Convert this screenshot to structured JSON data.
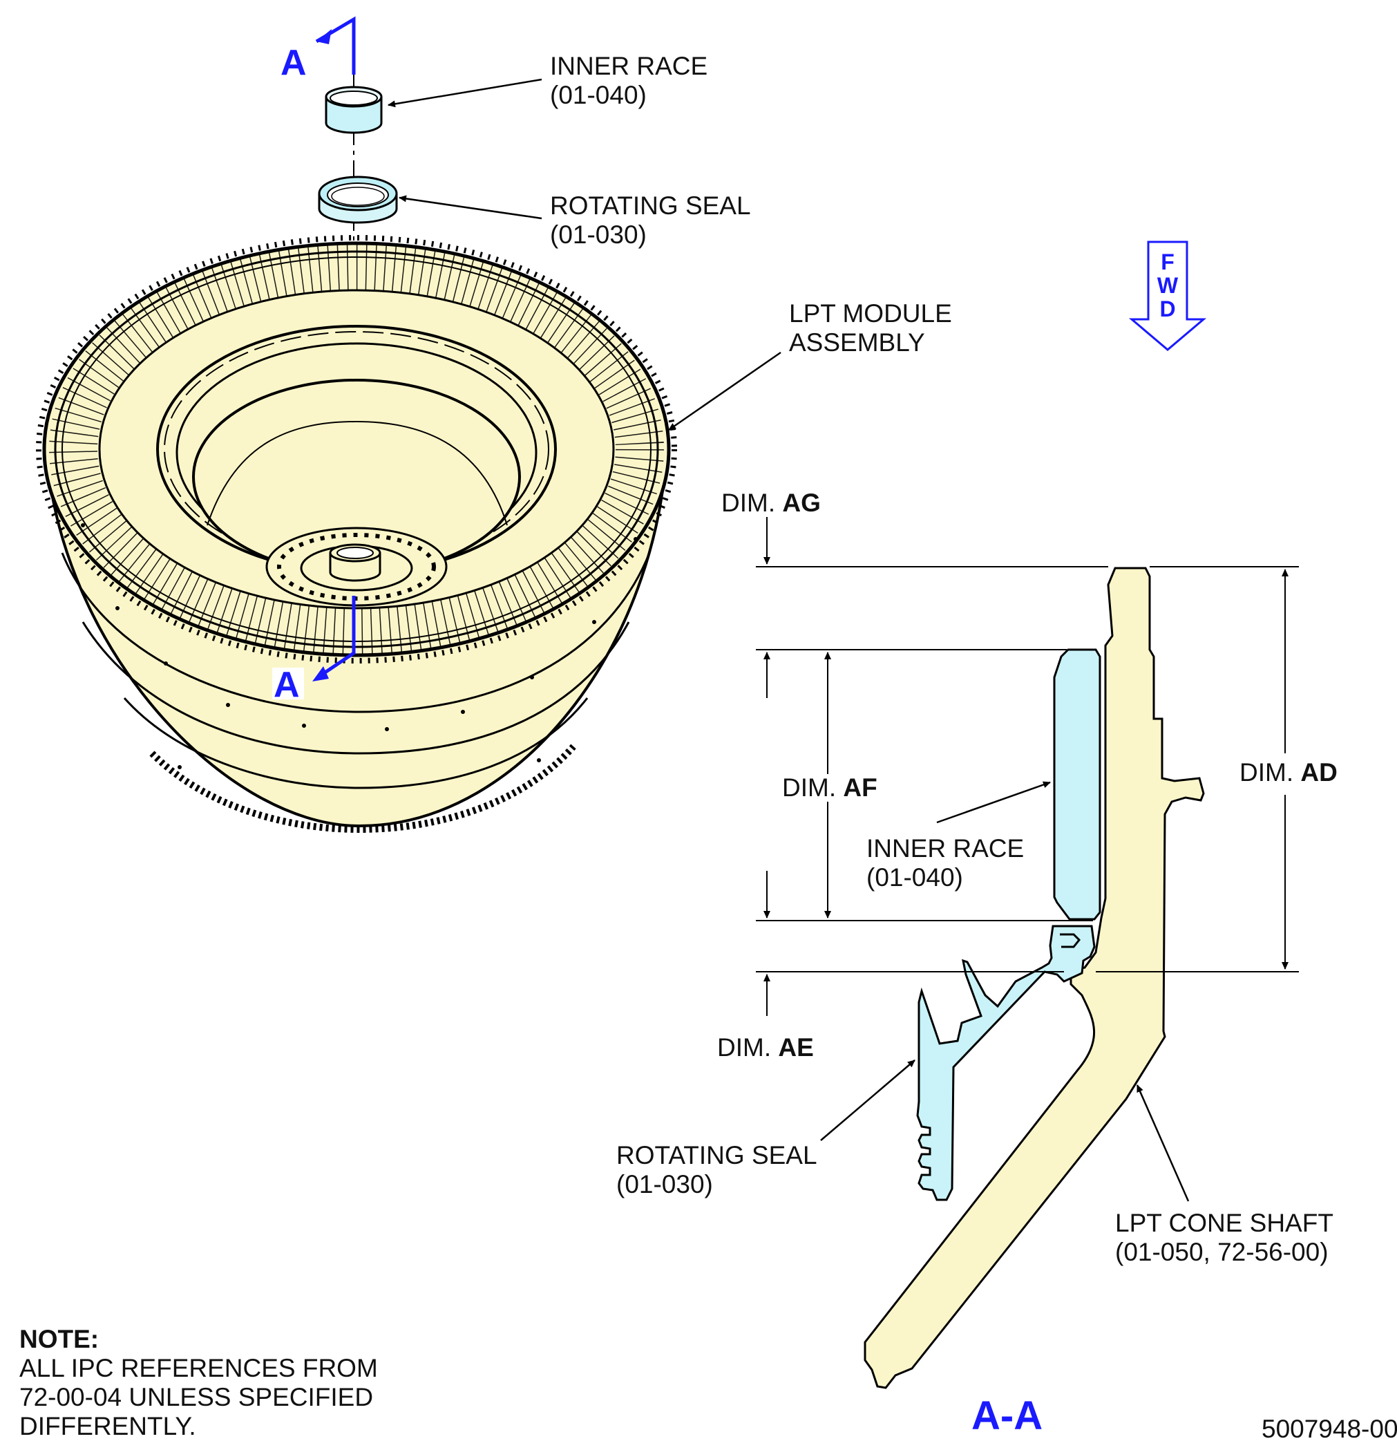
{
  "section_marker": "A",
  "section_title": "A-A",
  "fwd_arrow": {
    "text": "FWD",
    "letters": [
      "F",
      "W",
      "D"
    ]
  },
  "labels": {
    "inner_race_top": {
      "name": "INNER RACE",
      "ref": "(01-040)"
    },
    "rotating_seal_top": {
      "name": "ROTATING SEAL",
      "ref": "(01-030)"
    },
    "lpt_module": {
      "line1": "LPT MODULE",
      "line2": "ASSEMBLY"
    },
    "inner_race_section": {
      "name": "INNER RACE",
      "ref": "(01-040)"
    },
    "rotating_seal_section": {
      "name": "ROTATING SEAL",
      "ref": "(01-030)"
    },
    "lpt_cone_shaft": {
      "name": "LPT CONE SHAFT",
      "ref": "(01-050, 72-56-00)"
    }
  },
  "dimensions": {
    "prefix": "DIM.",
    "ag": "AG",
    "af": "AF",
    "ad": "AD",
    "ae": "AE"
  },
  "note": {
    "heading": "NOTE:",
    "lines": [
      "ALL IPC REFERENCES FROM",
      "72-00-04 UNLESS SPECIFIED",
      "DIFFERENTLY."
    ]
  },
  "figure_number": "5007948-00",
  "colors": {
    "yellow_fill": "#fbf6c9",
    "cyan_fill": "#c9f3f9",
    "section_blue": "#1a1aff"
  }
}
